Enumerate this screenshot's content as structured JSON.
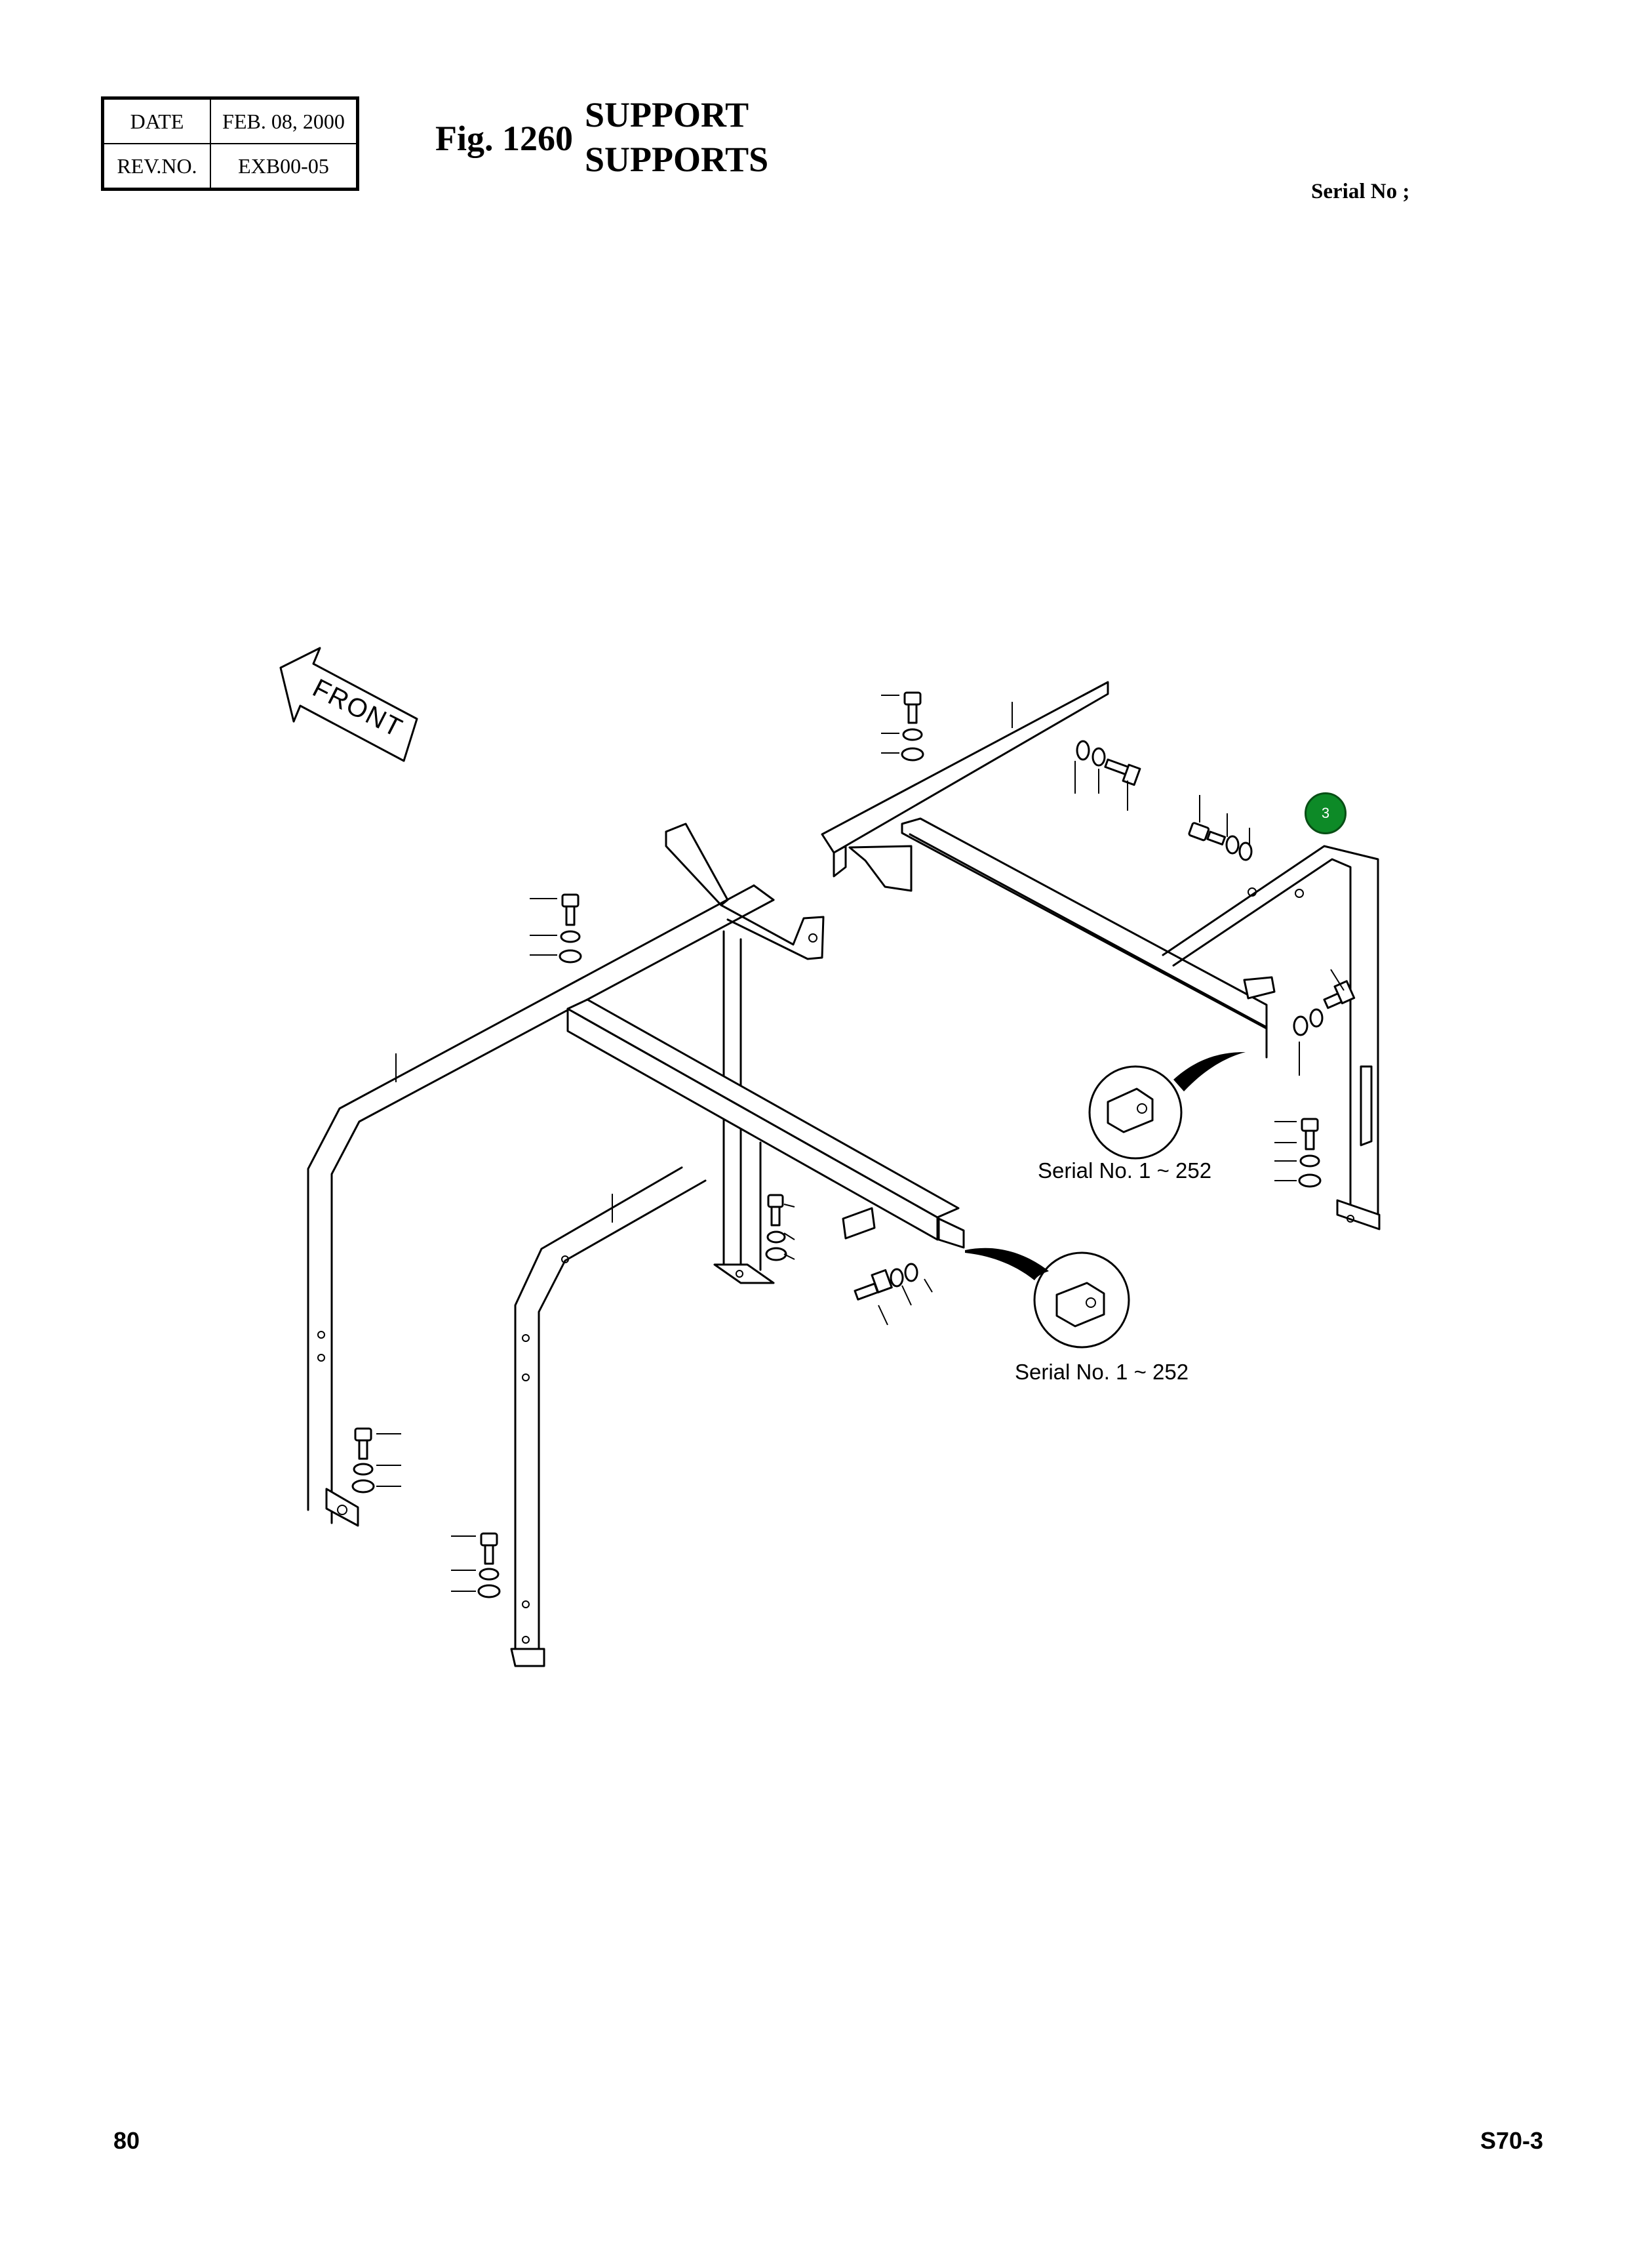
{
  "header": {
    "date_label": "DATE",
    "date_value": "FEB. 08, 2000",
    "rev_label": "REV.NO.",
    "rev_value": "EXB00-05",
    "fig_number": "Fig. 1260",
    "title_en": "SUPPORT",
    "title_fr": "SUPPORTS",
    "serial_label": "Serial No ;"
  },
  "diagram": {
    "front_arrow_label": "FRONT",
    "detail_1_serial": "Serial No. 1 ~ 252",
    "detail_2_serial": "Serial No. 1 ~ 252",
    "callout_number": "3",
    "callout_color": "#0d8a27"
  },
  "footer": {
    "page_number": "80",
    "model_code": "S70-3"
  }
}
